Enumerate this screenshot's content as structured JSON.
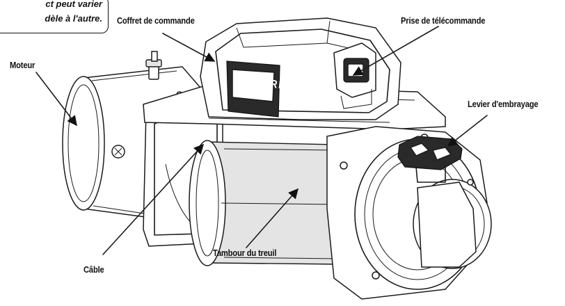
{
  "note": {
    "line1": "ct peut varier",
    "line2": "dèle à l'autre."
  },
  "labels": {
    "coffret": "Coffret de commande",
    "prise": "Prise de télécommande",
    "moteur": "Moteur",
    "levier": "Levier d'embrayage",
    "cable": "Câble",
    "tambour": "Tambour du treuil"
  },
  "logo": {
    "text": "WARN"
  }
}
